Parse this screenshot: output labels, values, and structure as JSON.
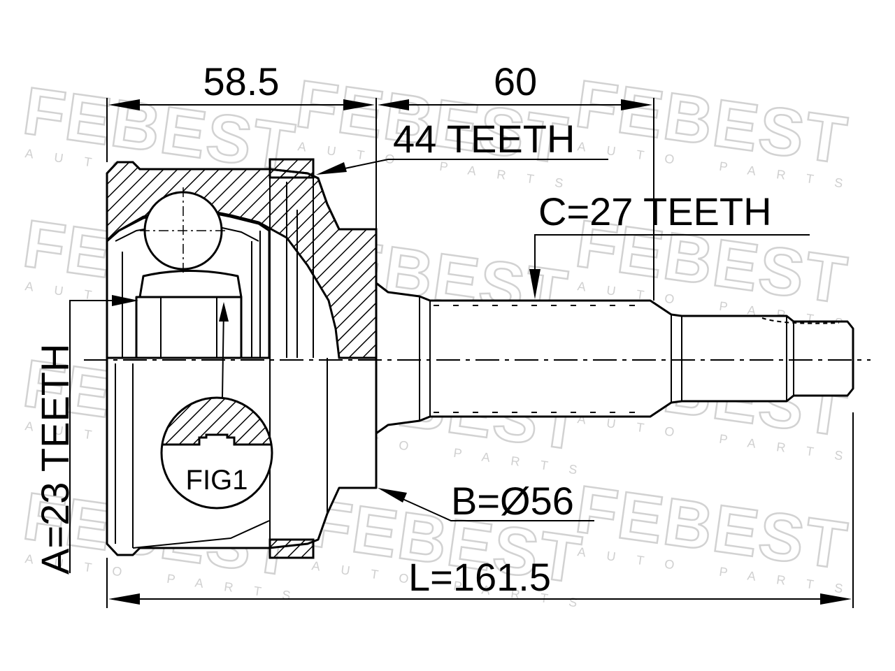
{
  "watermark": {
    "brand": "FEBEST",
    "subtitle": "AUTO PARTS"
  },
  "dimensions": {
    "length_58_5": "58.5",
    "length_60": "60",
    "outer_teeth": "44 TEETH",
    "spline_c": "C=27 TEETH",
    "spline_a": "A=23 TEETH",
    "diameter_b": "B=Ø56",
    "total_length": "L=161.5"
  },
  "figure": {
    "detail_label": "FIG1"
  }
}
